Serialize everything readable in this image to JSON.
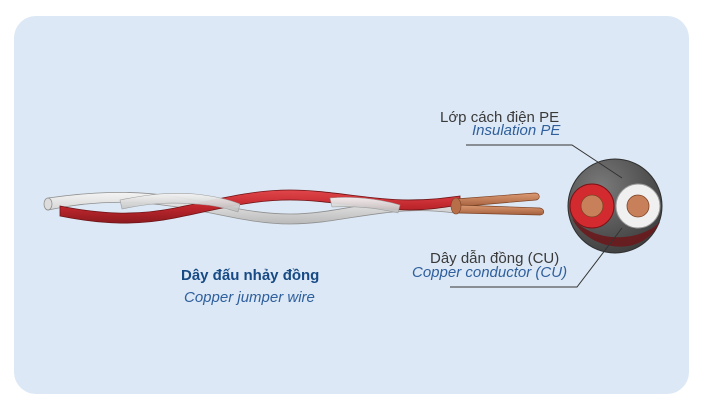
{
  "labels": {
    "insulation_vi": "Lớp cách điện PE",
    "insulation_en": "Insulation PE",
    "conductor_vi": "Dây dẫn đồng (CU)",
    "conductor_en": "Copper conductor (CU)",
    "product_vi": "Dây đấu nhảy đồng",
    "product_en": "Copper jumper wire"
  },
  "colors": {
    "panel_background": "#dce8f5",
    "red_insulation": "#c0272d",
    "white_insulation": "#e8e8e8",
    "copper": "#c8805a",
    "title_blue": "#174a85",
    "italic_blue": "#2f5f9c"
  }
}
